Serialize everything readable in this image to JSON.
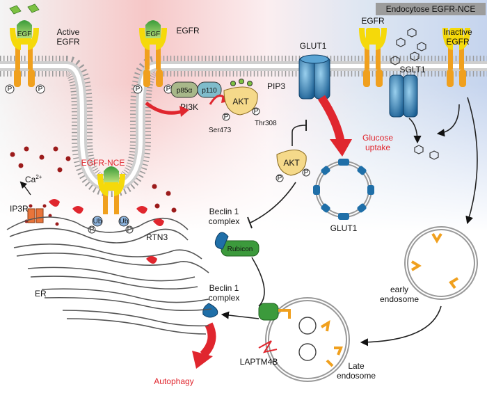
{
  "title": "Endocytose EGFR-NCE",
  "labels": {
    "active_egfr_1": "Active",
    "active_egfr_2": "EGFR",
    "egfr_top": "EGFR",
    "egf": "EGF",
    "p": "P",
    "p85a": "p85α",
    "p110": "p110",
    "pi3k": "PI3K",
    "akt": "AKT",
    "pip3": "PIP3",
    "ser473": "Ser473",
    "thr308": "Thr308",
    "glut1_top": "GLUT1",
    "glut1_vesicle": "GLUT1",
    "glucose_uptake_1": "Glucose",
    "glucose_uptake_2": "uptake",
    "egfr_right": "EGFR",
    "sglt1": "SGLT1",
    "inactive_egfr_1": "Inactive",
    "inactive_egfr_2": "EGFR",
    "egfr_nce": "EGFR-NCE",
    "ca": "Ca",
    "ca_sup": "2+",
    "ip3r": "IP3R",
    "ub": "Ub",
    "rtn3": "RTN3",
    "er": "ER",
    "beclin_a_1": "Beclin 1",
    "beclin_a_2": "complex",
    "rubicon": "Rubicon",
    "beclin_b_1": "Beclin 1",
    "beclin_b_2": "complex",
    "autophagy": "Autophagy",
    "early_endosome_1": "early",
    "early_endosome_2": "endosome",
    "laptm4b": "LAPTM4B",
    "late_endosome_1": "Late",
    "late_endosome_2": "endosome"
  },
  "colors": {
    "egf_green": "#7dc142",
    "receptor_yellow": "#f5d90a",
    "receptor_orange": "#f0a01e",
    "glut_blue": "#1f6fa8",
    "arrow_red": "#e0262e",
    "label_red": "#e0262e",
    "membrane_grey": "#b0b0b0",
    "pink_bg": "#f7c9c9",
    "blue_bg": "#c9d8ef"
  }
}
